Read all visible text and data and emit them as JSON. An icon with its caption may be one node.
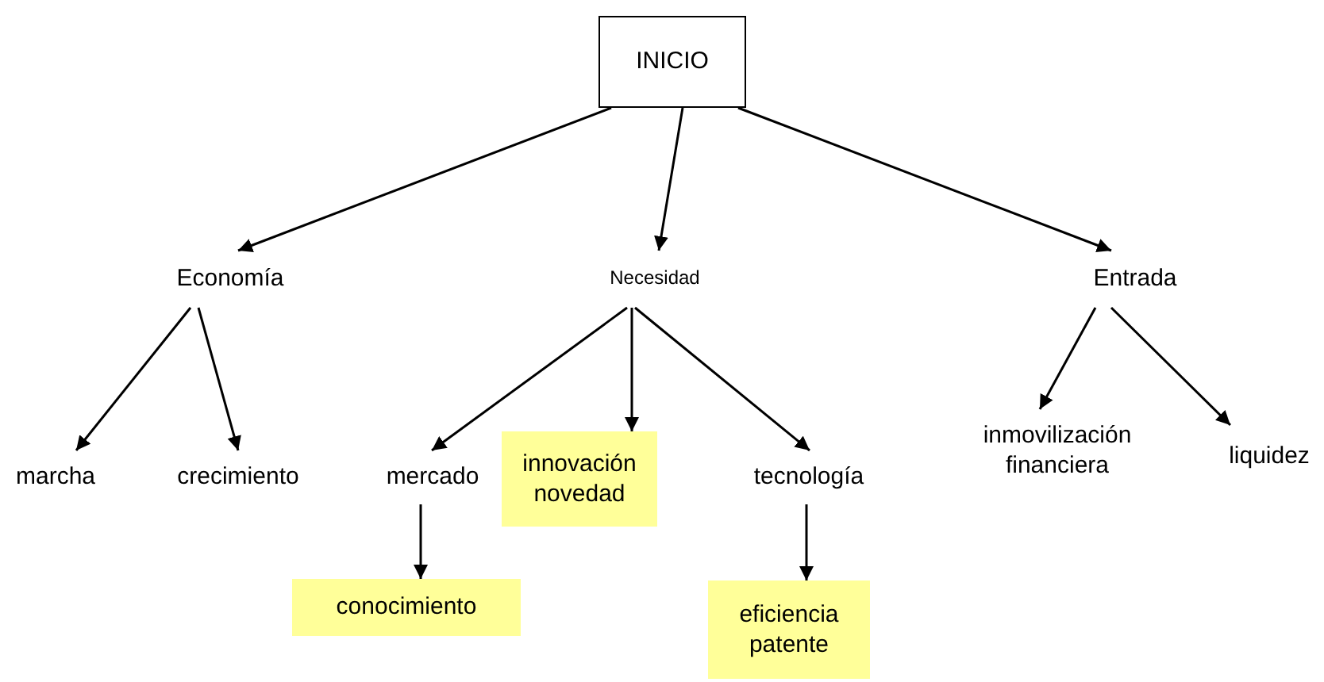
{
  "diagram": {
    "nodes": [
      {
        "text": [
          "INICIO"
        ]
      },
      {
        "text": [
          "Economía"
        ]
      },
      {
        "text": [
          "Necesidad"
        ]
      },
      {
        "text": [
          "Entrada"
        ]
      },
      {
        "text": [
          "marcha"
        ]
      },
      {
        "text": [
          "crecimiento"
        ]
      },
      {
        "text": [
          "mercado"
        ]
      },
      {
        "text": [
          "innovación novedad"
        ]
      },
      {
        "text": [
          "tecnología"
        ]
      },
      {
        "text": [
          "conocimiento"
        ]
      },
      {
        "text": [
          "eficiencia patente"
        ]
      },
      {
        "text": [
          "inmovilización financiera"
        ]
      },
      {
        "text": [
          "liquidez"
        ]
      }
    ],
    "edges": [
      {
        "from": 0,
        "to": 1,
        "arrow": "to"
      },
      {
        "from": 0,
        "to": 2,
        "arrow": "to"
      },
      {
        "from": 0,
        "to": 3,
        "arrow": "to"
      },
      {
        "from": 1,
        "to": 4,
        "arrow": "to"
      },
      {
        "from": 1,
        "to": 5,
        "arrow": "to"
      },
      {
        "from": 2,
        "to": 6,
        "arrow": "to"
      },
      {
        "from": 2,
        "to": 7,
        "arrow": "to"
      },
      {
        "from": 2,
        "to": 8,
        "arrow": "to"
      },
      {
        "from": 6,
        "to": 9,
        "arrow": "to"
      },
      {
        "from": 8,
        "to": 10,
        "arrow": "to"
      },
      {
        "from": 3,
        "to": 11,
        "arrow": "to"
      },
      {
        "from": 3,
        "to": 12,
        "arrow": "to"
      }
    ]
  }
}
